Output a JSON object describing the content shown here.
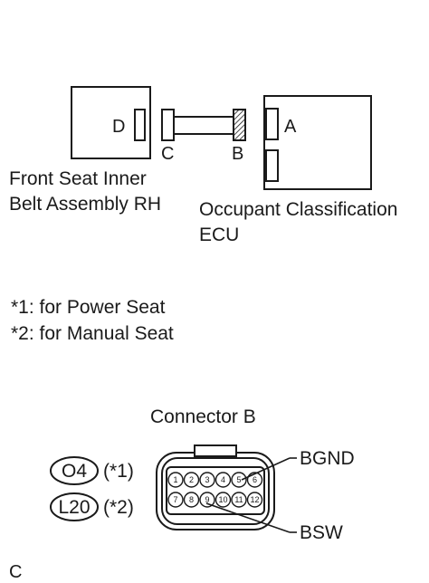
{
  "diagram": {
    "labels": {
      "connector_d": "D",
      "connector_c": "C",
      "connector_b": "B",
      "connector_a": "A"
    },
    "components": {
      "belt_line1": "Front Seat Inner",
      "belt_line2": "Belt Assembly RH",
      "ecu_line1": "Occupant Classification",
      "ecu_line2": "ECU"
    },
    "notes": {
      "note1": "*1: for Power Seat",
      "note2": "*2: for Manual Seat"
    },
    "connector_view": {
      "title": "Connector B",
      "code1": "O4",
      "code1_note": "(*1)",
      "code2": "L20",
      "code2_note": "(*2)",
      "pins_top": [
        "1",
        "2",
        "3",
        "4",
        "5",
        "6"
      ],
      "pins_bottom": [
        "7",
        "8",
        "9",
        "10",
        "11",
        "12"
      ],
      "terminal_top": "BGND",
      "terminal_bottom": "BSW"
    },
    "figure_letter": "C"
  }
}
